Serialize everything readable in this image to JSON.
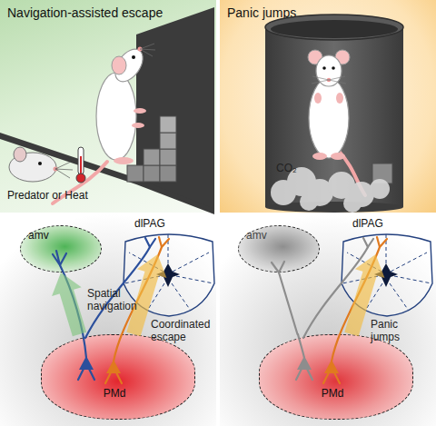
{
  "diagram": {
    "nodes": [
      {
        "text": [
          "Navigation-assisted escape"
        ]
      },
      {
        "text": [
          "Panic jumps"
        ]
      },
      {
        "text": [
          "amv"
        ]
      },
      {
        "text": [
          "dlPAG"
        ]
      },
      {
        "text": [
          "PMd"
        ]
      },
      {
        "text": [
          "amv"
        ]
      },
      {
        "text": [
          "dlPAG"
        ]
      },
      {
        "text": [
          "PMd"
        ]
      }
    ],
    "edges": [
      {
        "from": 4,
        "to": 2,
        "arrow": "to",
        "label": "Spatial navigation"
      },
      {
        "from": 4,
        "to": 3,
        "arrow": "to",
        "label": "Coordinated escape"
      },
      {
        "from": 7,
        "to": 5,
        "arrow": "none"
      },
      {
        "from": 7,
        "to": 6,
        "arrow": "to",
        "label": "Panic jumps"
      }
    ],
    "labels": [
      "Predator or Heat",
      "CO₂"
    ]
  }
}
